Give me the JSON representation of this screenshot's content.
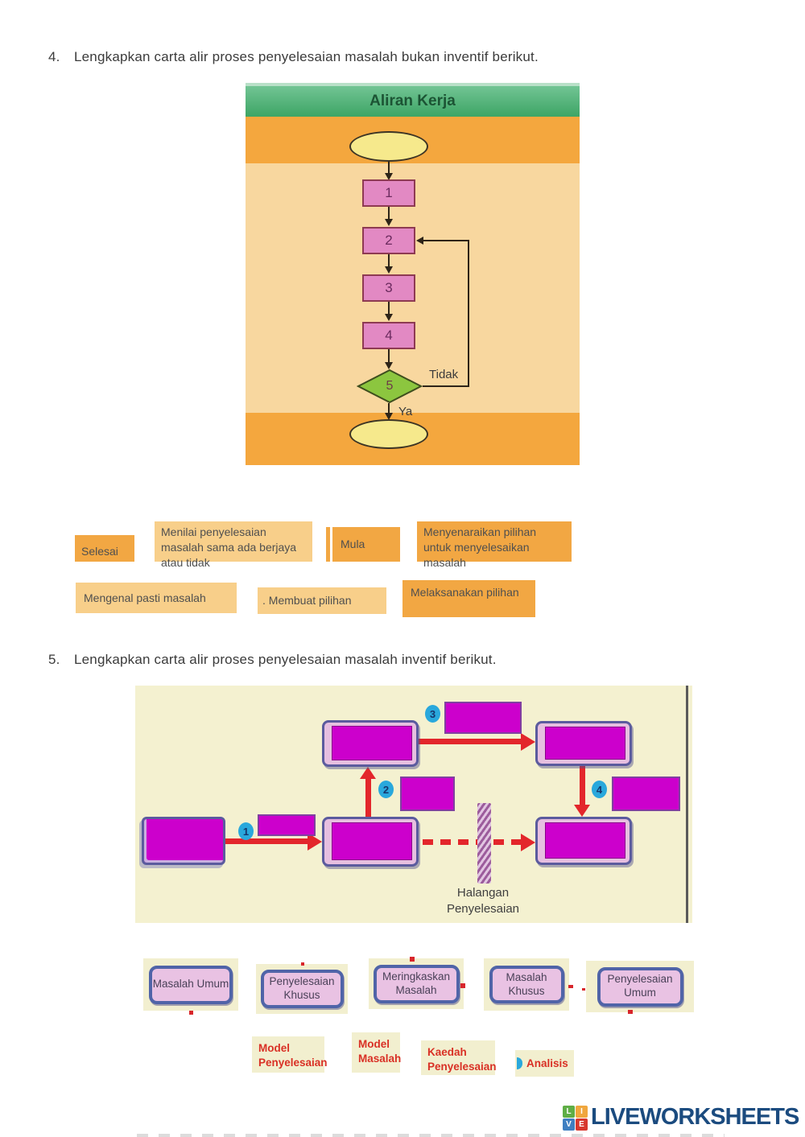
{
  "q4": {
    "number": "4.",
    "text": "Lengkapkan carta alir proses penyelesaian masalah bukan inventif berikut.",
    "flowchart": {
      "title": "Aliran Kerja",
      "step_numbers": [
        "1",
        "2",
        "3",
        "4",
        "5"
      ],
      "branch_no": "Tidak",
      "branch_yes": "Ya"
    },
    "answers": [
      "Selesai",
      "Menilai penyelesaian masalah sama ada berjaya atau tidak",
      "Mula",
      "Menyenaraikan pilihan untuk menyelesaikan masalah",
      "Mengenal pasti masalah",
      ". Membuat pilihan",
      "Melaksanakan pilihan"
    ]
  },
  "q5": {
    "number": "5.",
    "text": "Lengkapkan carta alir proses penyelesaian masalah inventif berikut.",
    "diagram": {
      "circle_numbers": [
        "1",
        "2",
        "3",
        "4"
      ],
      "barrier_label": "Halangan Penyelesaian"
    },
    "answers_top": [
      "Masalah Umum",
      "Penyelesaian Khusus",
      "Meringkaskan Masalah",
      "Masalah Khusus",
      "Penyelesaian Umum"
    ],
    "answers_bottom": [
      "Model Penyelesaian",
      "Model Masalah",
      "Kaedah Penyelesaian",
      "Analisis"
    ]
  },
  "footer": {
    "brand": "LIVEWORKSHEETS",
    "logo_letters": [
      "L",
      "I",
      "V",
      "E"
    ]
  },
  "colors": {
    "orange_dark": "#f2a743",
    "orange_light": "#f8cf8a",
    "green_header": "#4cb472",
    "magenta": "#cc00cc",
    "red_arrow": "#e3262b",
    "cyan_circle": "#29a8dc",
    "pink_answer": "#e9c2e3",
    "brand_blue": "#1b4b7f"
  }
}
